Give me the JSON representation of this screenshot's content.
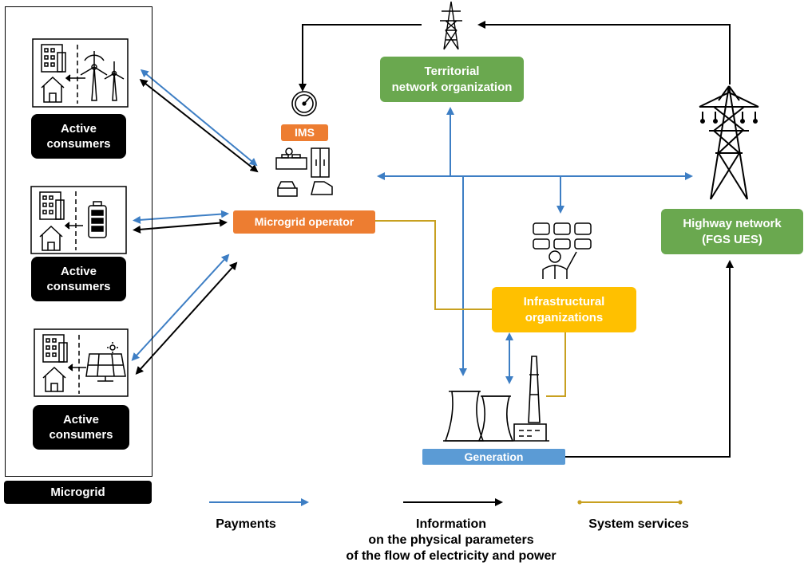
{
  "microgrid": {
    "label": "Microgrid",
    "consumers": [
      {
        "label": "Active\nconsumers",
        "source_icon": "wind-turbine-icon"
      },
      {
        "label": "Active\nconsumers",
        "source_icon": "battery-icon"
      },
      {
        "label": "Active\nconsumers",
        "source_icon": "solar-panel-icon"
      }
    ]
  },
  "nodes": {
    "ims": "IMS",
    "microgrid_operator": "Microgrid operator",
    "territorial": "Territorial\nnetwork organization",
    "highway": "Highway network\n(FGS UES)",
    "infrastructural": "Infrastructural\norganizations",
    "generation": "Generation"
  },
  "legend": {
    "payments": "Payments",
    "information": "Information\non the physical parameters\nof the flow of electricity and power",
    "system_services": "System services"
  },
  "colors": {
    "payments": "#3d7ec4",
    "information": "#000000",
    "system_services": "#c8a020",
    "green": "#6aa84f",
    "orange": "#ed7d31",
    "yellow": "#ffc000",
    "blue": "#5b9bd5"
  }
}
